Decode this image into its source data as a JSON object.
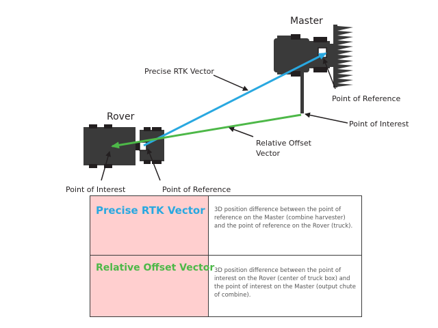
{
  "colors": {
    "rtk": "#29a8e0",
    "offset": "#4db848",
    "vehicle_dark": "#3a3a3a",
    "vehicle_light": "#6d6e70",
    "highlight": "#ffcfcf"
  },
  "labels": {
    "master": "Master",
    "rover": "Rover",
    "precise_rtk_vector": "Precise RTK Vector",
    "relative_offset_line1": "Relative Offset",
    "relative_offset_line2": "Vector",
    "master_point_of_reference": "Point of Reference",
    "master_point_of_interest": "Point of Interest",
    "rover_point_of_interest": "Point of Interest",
    "rover_point_of_reference": "Point of Reference"
  },
  "legend": [
    {
      "term": "Precise RTK Vector",
      "definition": "3D position difference between the point of reference on the Master (combine harvester) and the point of reference on the Rover (truck)."
    },
    {
      "term": "Relative Offset Vector",
      "definition": "3D position difference between the point of interest on the Rover (center of truck box) and the point of interest on the Master (output chute of combine)."
    }
  ]
}
